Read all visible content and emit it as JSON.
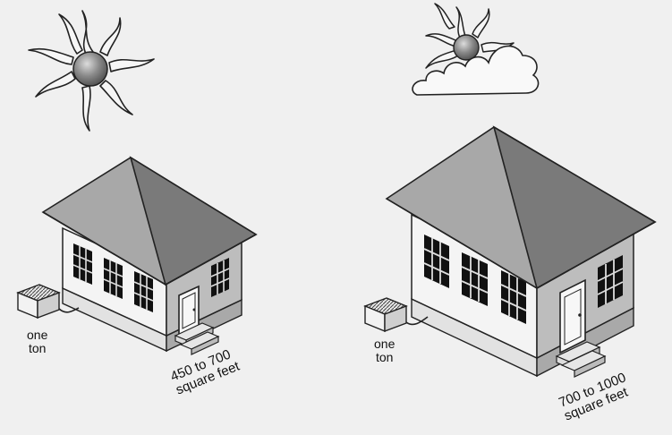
{
  "left_scene": {
    "unit_label_line1": "one",
    "unit_label_line2": "ton",
    "area_label_line1": "450 to 700",
    "area_label_line2": "square feet"
  },
  "right_scene": {
    "unit_label_line1": "one",
    "unit_label_line2": "ton",
    "area_label_line1": "700 to 1000",
    "area_label_line2": "square feet"
  },
  "icons": [
    "sun-icon",
    "sun-behind-cloud-icon",
    "house-icon",
    "air-conditioner-icon"
  ],
  "colors": {
    "background": "#f0f0f0",
    "roof_light": "#a8a8a8",
    "roof_dark": "#7a7a7a",
    "wall_front": "#f4f4f4",
    "wall_side": "#bdbdbd",
    "foundation": "#e2e2e2",
    "window": "#111111",
    "sun_core": "#8a8a8a"
  }
}
